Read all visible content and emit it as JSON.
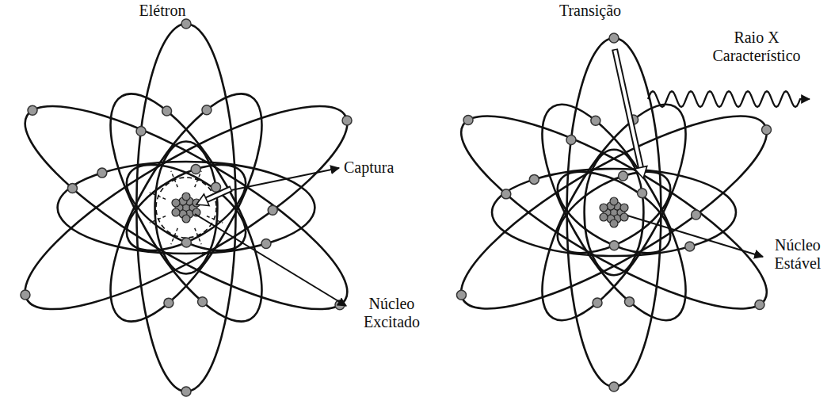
{
  "diagram": {
    "labels": [
      "Elétron",
      "Transição",
      "Raio X Característico",
      "Captura",
      "Núcleo Excitado",
      "Núcleo Estável"
    ]
  }
}
